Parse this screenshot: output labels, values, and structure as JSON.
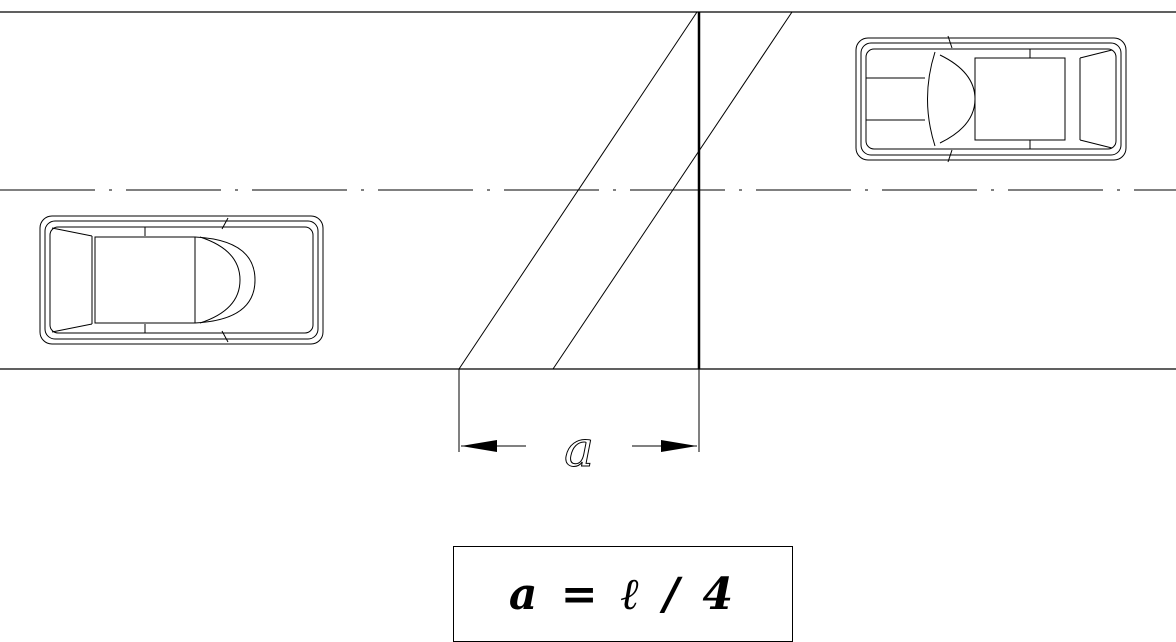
{
  "dimension": {
    "label": "a"
  },
  "formula": {
    "text": "a = ℓ / 4"
  },
  "vehicles": [
    {
      "name": "car-left",
      "heading": "right"
    },
    {
      "name": "car-right",
      "heading": "left"
    }
  ]
}
